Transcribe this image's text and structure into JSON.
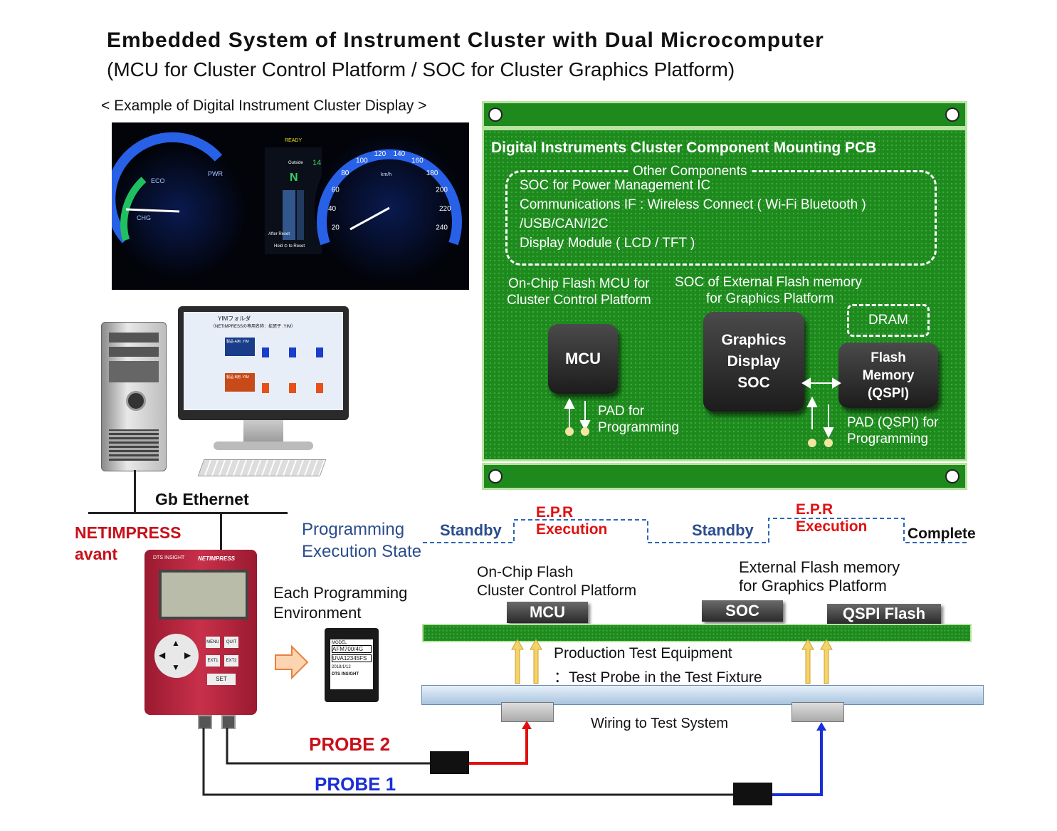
{
  "title": "Embedded System of Instrument Cluster with Dual Microcomputer",
  "subtitle": "(MCU for Cluster Control Platform /  SOC for Cluster Graphics Platform)",
  "cluster_caption": "< Example of Digital Instrument Cluster Display >",
  "cluster_display": {
    "eco": "ECO",
    "pwr": "PWR",
    "chg": "CHG",
    "ready": "READY",
    "outside": "Outside",
    "temp": "14",
    "n": "N",
    "after_reset": "After Reset",
    "hold_reset": "Hold ⊙ to Reset",
    "speed_ticks": [
      "20",
      "40",
      "60",
      "80",
      "100",
      "120",
      "140",
      "160",
      "180",
      "200",
      "220",
      "240"
    ],
    "kmh": "km/h"
  },
  "pcb": {
    "title": "Digital Instruments Cluster Component Mounting PCB",
    "other_components_label": "Other Components",
    "other_items": [
      "SOC for Power Management IC",
      "Communications IF :  Wireless Connect ( Wi-Fi    Bluetooth )",
      "/USB/CAN/I2C",
      "Display Module ( LCD / TFT )"
    ],
    "mcu_caption_1": "On-Chip Flash MCU for",
    "mcu_caption_2": "Cluster Control Platform",
    "soc_caption_1": "SOC of External Flash memory",
    "soc_caption_2": "for Graphics Platform",
    "dram": "DRAM",
    "mcu": "MCU",
    "soc_line1": "Graphics",
    "soc_line2": "Display",
    "soc_line3": "SOC",
    "flash_line1": "Flash",
    "flash_line2": "Memory",
    "flash_line3": "(QSPI)",
    "pad_mcu_1": "PAD for",
    "pad_mcu_2": "Programming",
    "pad_qspi_1": "PAD (QSPI) for",
    "pad_qspi_2": "Programming"
  },
  "gb_ethernet": "Gb Ethernet",
  "netimpress_1": "NETIMPRESS",
  "netimpress_2": "avant",
  "device": {
    "brand": "DTS INSIGHT",
    "model": "NETIMPRESS",
    "buttons": [
      "MENU",
      "QUIT",
      "EXT1",
      "EXT2",
      "SET"
    ]
  },
  "monitor": {
    "heading": "YIMフォルダ",
    "subheading": "（NETIMPRESSの専用名称：拡張子 .YIM）",
    "folder_a": "製品-A用 .YIM",
    "folder_b": "製品-B用 .YIM"
  },
  "sd_card": {
    "model_label": "MODEL",
    "model": "AFM700/4G",
    "serial": "UVA12345FS",
    "date": "2018/1/12",
    "brand": "DTS INSIGHT"
  },
  "state": {
    "label_1": "Programming",
    "label_2": "Execution State",
    "standby": "Standby",
    "epr": "E.P.R",
    "execution": "Execution",
    "complete": "Complete"
  },
  "board": {
    "onchip_1": "On-Chip Flash",
    "onchip_2": "Cluster Control Platform",
    "external_1": "External Flash memory",
    "external_2": "for Graphics Platform",
    "mcu": "MCU",
    "soc": "SOC",
    "qspi": "QSPI Flash",
    "prod_1": "Production Test Equipment",
    "prod_2": "：Test Probe in the Test Fixture",
    "wiring": "Wiring to Test System"
  },
  "each_env_1": "Each Programming",
  "each_env_2": "Environment",
  "probe_2": "PROBE 2",
  "probe_1": "PROBE 1",
  "colors": {
    "pcb_green": "#1e8a1e",
    "red": "#e01010",
    "blue": "#1a2fd6",
    "state_blue": "#2b4d8c",
    "device_red": "#b0213a"
  }
}
